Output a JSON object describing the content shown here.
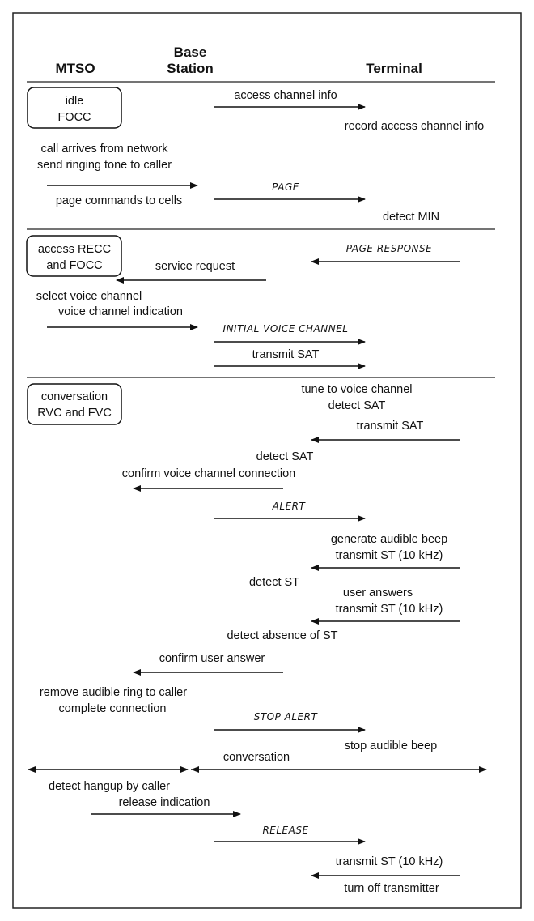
{
  "columns": {
    "mtso": "MTSO",
    "base_line1": "Base",
    "base_line2": "Station",
    "terminal": "Terminal"
  },
  "states": {
    "idle": [
      "idle",
      "FOCC"
    ],
    "access": [
      "access RECC",
      "and FOCC"
    ],
    "conversation": [
      "conversation",
      "RVC and FVC"
    ]
  },
  "labels": {
    "access_channel_info": "access channel info",
    "record_access_channel_info": "record access channel info",
    "call_arrives": "call arrives from network",
    "send_ringing": "send ringing tone to caller",
    "page_commands": "page commands to cells",
    "detect_min": "detect MIN",
    "service_request": "service request",
    "select_voice_channel": "select voice channel",
    "voice_channel_indication": "voice channel indication",
    "transmit_sat_1": "transmit SAT",
    "tune_voice_channel": "tune to voice channel",
    "detect_sat_terminal": "detect SAT",
    "transmit_sat_2": "transmit SAT",
    "detect_sat_base": "detect SAT",
    "confirm_voice_connection": "confirm voice channel connection",
    "generate_beep": "generate audible beep",
    "transmit_st_1": "transmit ST (10 kHz)",
    "detect_st": "detect ST",
    "user_answers": "user answers",
    "transmit_st_2": "transmit ST (10 kHz)",
    "detect_absence_st": "detect absence of ST",
    "confirm_user_answer": "confirm user answer",
    "remove_ring": "remove audible ring to caller",
    "complete_connection": "complete connection",
    "stop_beep": "stop audible beep",
    "conversation": "conversation",
    "detect_hangup": "detect hangup by caller",
    "release_indication": "release indication",
    "transmit_st_3": "transmit ST (10 kHz)",
    "turn_off_tx": "turn off transmitter"
  },
  "messages": {
    "page": "PAGE",
    "page_response": "PAGE RESPONSE",
    "initial_voice_channel": "INITIAL VOICE CHANNEL",
    "alert": "ALERT",
    "stop_alert": "STOP ALERT",
    "release": "RELEASE"
  }
}
